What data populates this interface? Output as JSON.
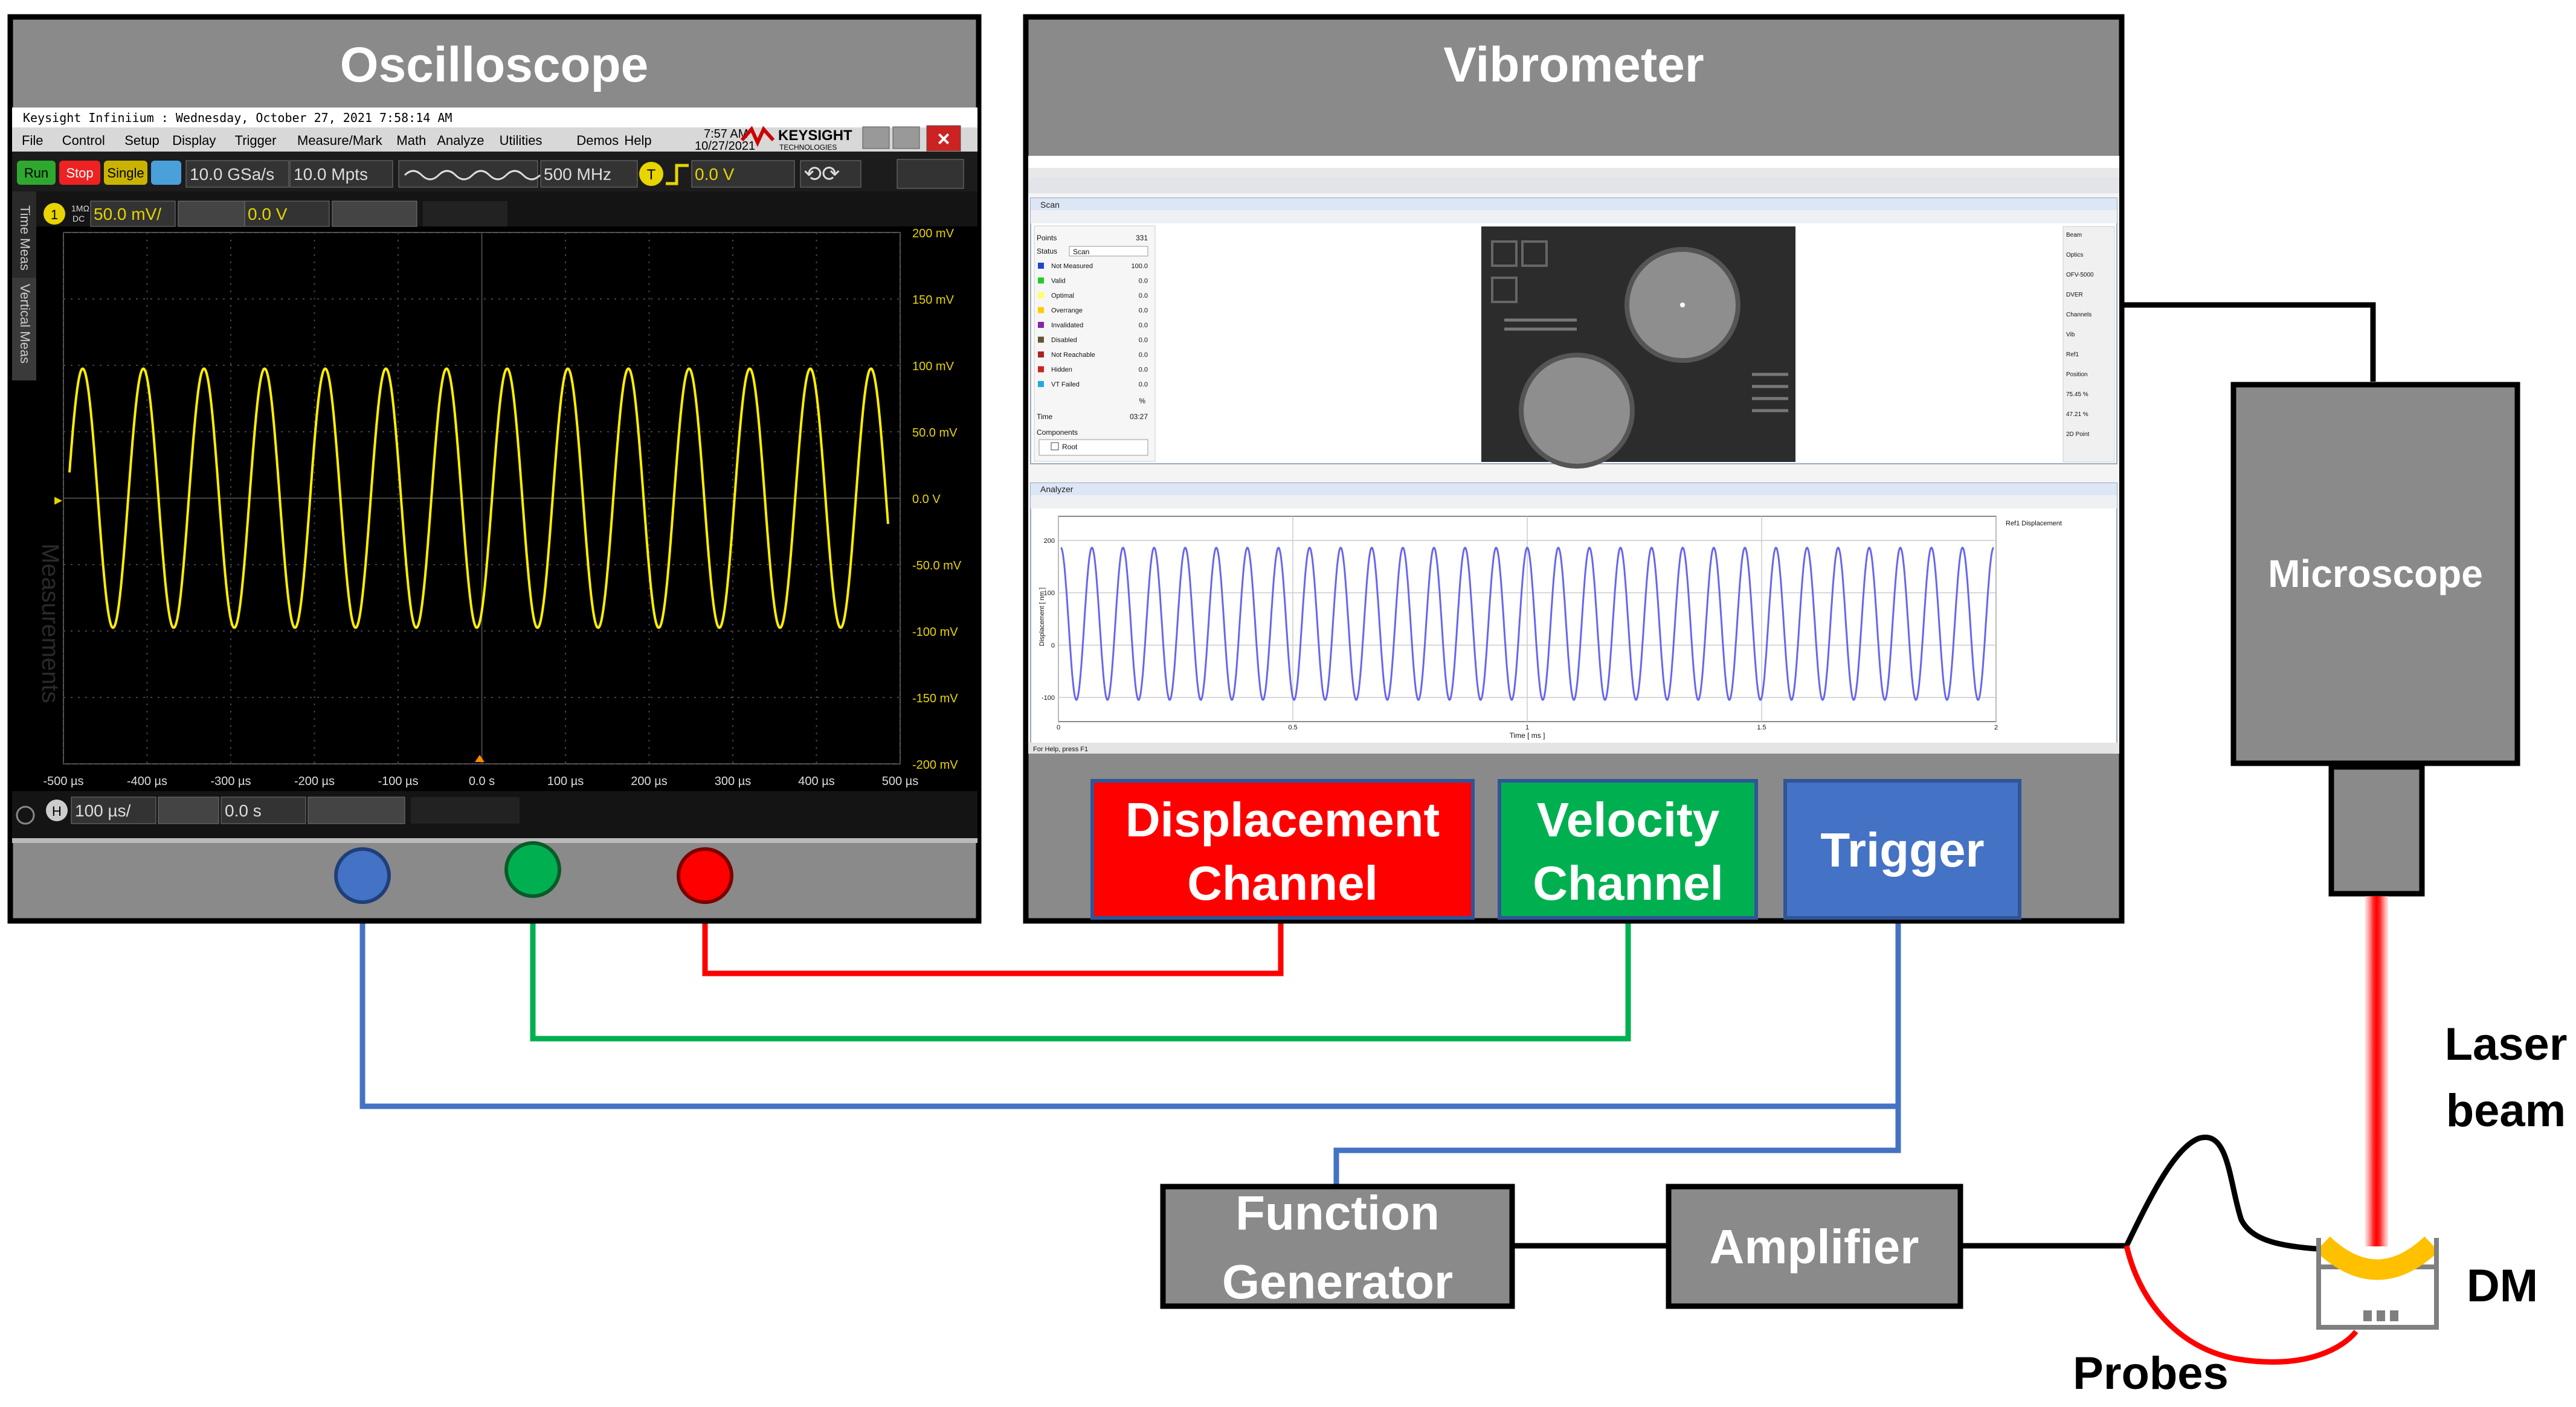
{
  "oscilloscope": {
    "title": "Oscilloscope",
    "window_title": "Keysight Infiniium : Wednesday, October 27, 2021 7:58:14 AM",
    "time": "7:57 AM",
    "date": "10/27/2021",
    "brand": "KEYSIGHT",
    "brand_sub": "TECHNOLOGIES",
    "menu": [
      "File",
      "Control",
      "Setup",
      "Display",
      "Trigger",
      "Measure/Mark",
      "Math",
      "Analyze",
      "Utilities",
      "Demos",
      "Help"
    ],
    "run_label": "Run",
    "stop_label": "Stop",
    "single_label": "Single",
    "sample_rate": "10.0 GSa/s",
    "memory_depth": "10.0 Mpts",
    "bandwidth": "500 MHz",
    "trigger_level": "0.0 V",
    "channel_number": "1",
    "channel_coupling_top": "1MΩ",
    "channel_coupling_bottom": "DC",
    "channel_scale": "50.0 mV/",
    "channel_offset": "0.0 V",
    "side_tabs": [
      "Time Meas",
      "Vertical Meas"
    ],
    "watermark": "Measurements",
    "y_ticks": [
      "200 mV",
      "150 mV",
      "100 mV",
      "50.0 mV",
      "0.0 V",
      "-50.0 mV",
      "-100 mV",
      "-150 mV",
      "-200 mV"
    ],
    "x_ticks": [
      "-500 µs",
      "-400 µs",
      "-300 µs",
      "-200 µs",
      "-100 µs",
      "0.0 s",
      "100 µs",
      "200 µs",
      "300 µs",
      "400 µs",
      "500 µs"
    ],
    "h_label": "H",
    "timebase": "100 µs/",
    "time_offset": "0.0 s",
    "trace_color": "#ffee00",
    "wave_cycles": 13.5
  },
  "vibrometer": {
    "title": "Vibrometer",
    "scan_panel_title": "Scan",
    "points_label": "Points",
    "points_value": "331",
    "status_label": "Status",
    "status_value": "Scan",
    "status_rows": [
      {
        "name": "Not Measured",
        "value": "100.0",
        "color": "#2244cc"
      },
      {
        "name": "Valid",
        "value": "0.0",
        "color": "#22cc22"
      },
      {
        "name": "Optimal",
        "value": "0.0",
        "color": "#ffff66"
      },
      {
        "name": "Overrange",
        "value": "0.0",
        "color": "#ffcc00"
      },
      {
        "name": "Invalidated",
        "value": "0.0",
        "color": "#8822aa"
      },
      {
        "name": "Disabled",
        "value": "0.0",
        "color": "#665533"
      },
      {
        "name": "Not Reachable",
        "value": "0.0",
        "color": "#aa2222"
      },
      {
        "name": "Hidden",
        "value": "0.0",
        "color": "#cc2222"
      },
      {
        "name": "VT Failed",
        "value": "0.0",
        "color": "#22aadd"
      }
    ],
    "percent_sign": "%",
    "time_label": "Time",
    "time_value": "03:27",
    "components_label": "Components",
    "root_label": "Root",
    "analyzer_title": "Analyzer",
    "legend": "Ref1 Displacement",
    "y_axis_label": "Displacement [ nm ]",
    "y_ticks": [
      "200",
      "100",
      "0",
      "-100"
    ],
    "x_ticks": [
      "0",
      "0.5",
      "1",
      "1.5",
      "2"
    ],
    "x_axis_label": "Time [ ms ]",
    "status_bar_left": "For Help, press F1",
    "right_panel": [
      "Beam",
      "Optics",
      "OFV-5000",
      "DVER",
      "Channels",
      "Vib",
      "Ref1",
      "Position",
      "75.45 %",
      "47.21 %",
      "2D Point"
    ],
    "trace_color": "#6666ee",
    "wave_cycles": 30
  },
  "channels": {
    "displacement": "Displacement Channel",
    "velocity": "Velocity Channel",
    "trigger": "Trigger"
  },
  "microscope": {
    "label": "Microscope"
  },
  "function_generator": {
    "label": "Function Generator"
  },
  "amplifier": {
    "label": "Amplifier"
  },
  "labels": {
    "laser_beam": "Laser beam",
    "dm": "DM",
    "probes": "Probes"
  },
  "colors": {
    "box_gray": "#8a8a8a",
    "displacement": "#ff0000",
    "velocity": "#00b050",
    "trigger": "#4472c4",
    "wire_black": "#000000",
    "laser": "#ff0000"
  }
}
